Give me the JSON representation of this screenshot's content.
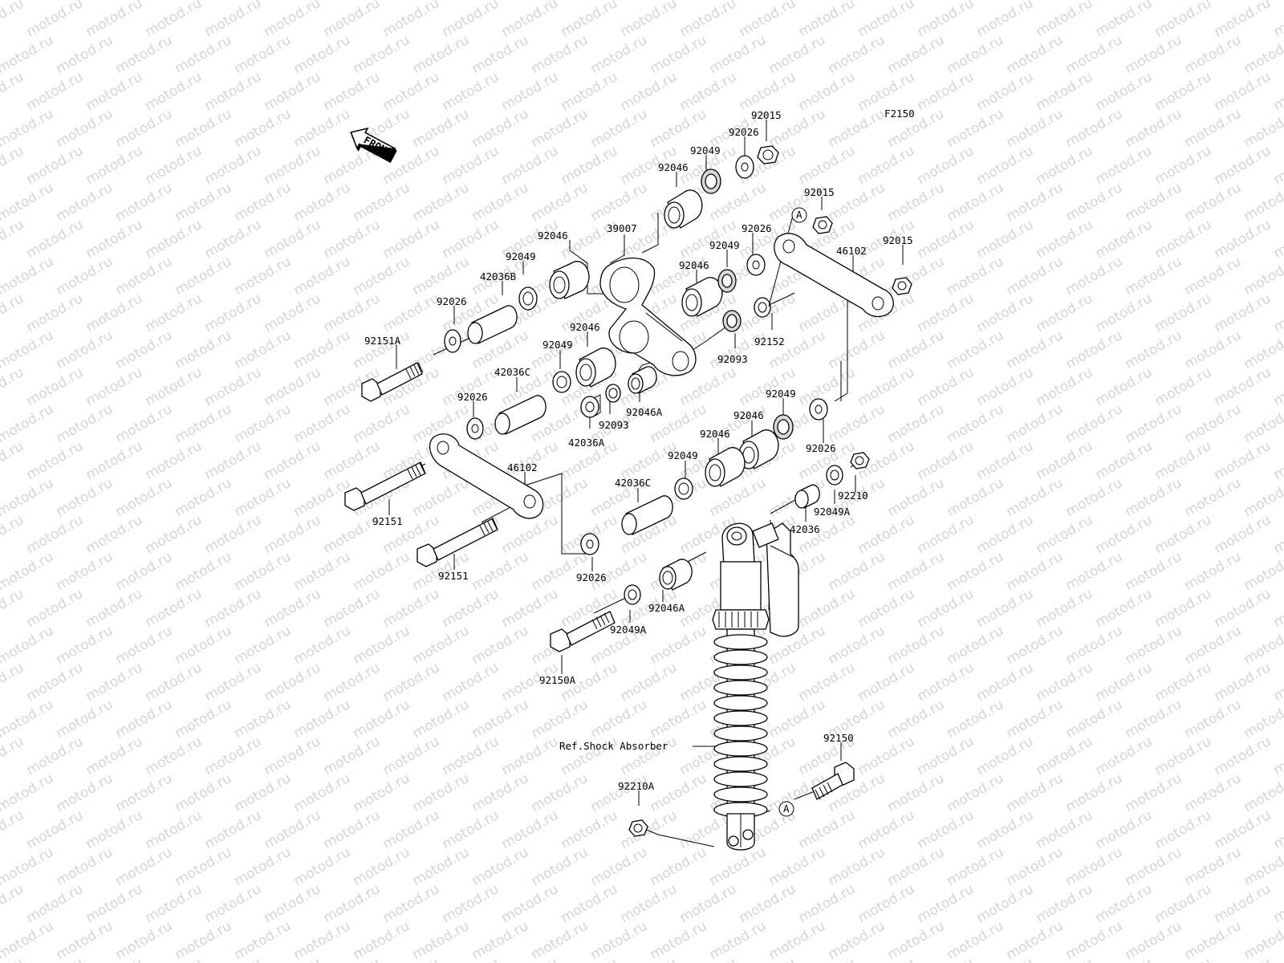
{
  "diagram": {
    "figure_code": "F2150",
    "front_marker": "FRONT",
    "watermark": "motod.ru",
    "reference_note": "Ref.Shock Absorber",
    "callout_symbol": "A",
    "labels": {
      "l01": "92015",
      "l02": "92026",
      "l03": "92049",
      "l04": "92046",
      "l05": "92015",
      "l06": "39007",
      "l07": "92046",
      "l08": "92026",
      "l09": "46102",
      "l10": "92015",
      "l11": "92049",
      "l12": "92049",
      "l13": "92046",
      "l14": "42036B",
      "l15": "92026",
      "l16": "92151A",
      "l17": "92046",
      "l18": "92152",
      "l19": "92049",
      "l20": "92093",
      "l21": "42036C",
      "l22": "92026",
      "l23": "92093",
      "l24": "92046A",
      "l25": "42036A",
      "l26": "92049",
      "l27": "92046",
      "l28": "92046",
      "l29": "92026",
      "l30": "92049",
      "l31": "46102",
      "l32": "42036C",
      "l33": "92210",
      "l34": "92049A",
      "l35": "42036",
      "l36": "92151",
      "l37": "92151",
      "l38": "92026",
      "l39": "92046A",
      "l40": "92049A",
      "l41": "92150A",
      "l42": "92150",
      "l43": "92210A"
    }
  }
}
